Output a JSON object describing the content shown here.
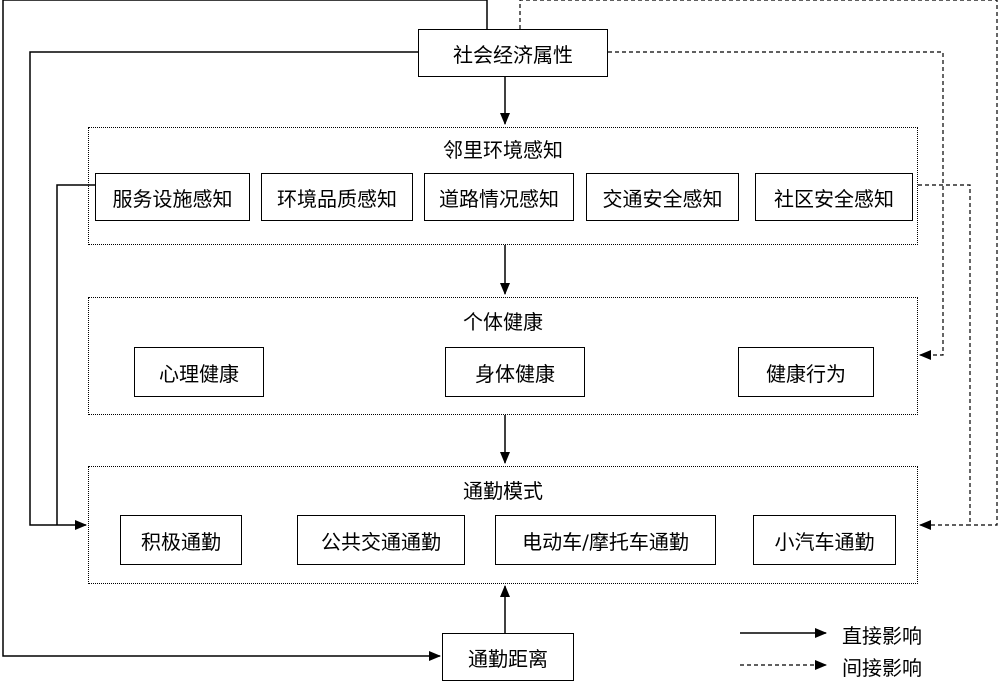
{
  "top_node": "社会经济属性",
  "neighborhood": {
    "title": "邻里环境感知",
    "items": [
      "服务设施感知",
      "环境品质感知",
      "道路情况感知",
      "交通安全感知",
      "社区安全感知"
    ]
  },
  "health": {
    "title": "个体健康",
    "items": [
      "心理健康",
      "身体健康",
      "健康行为"
    ]
  },
  "commute": {
    "title": "通勤模式",
    "items": [
      "积极通勤",
      "公共交通通勤",
      "电动车/摩托车通勤",
      "小汽车通勤"
    ]
  },
  "bottom_node": "通勤距离",
  "legend": {
    "direct": "直接影响",
    "indirect": "间接影响"
  }
}
